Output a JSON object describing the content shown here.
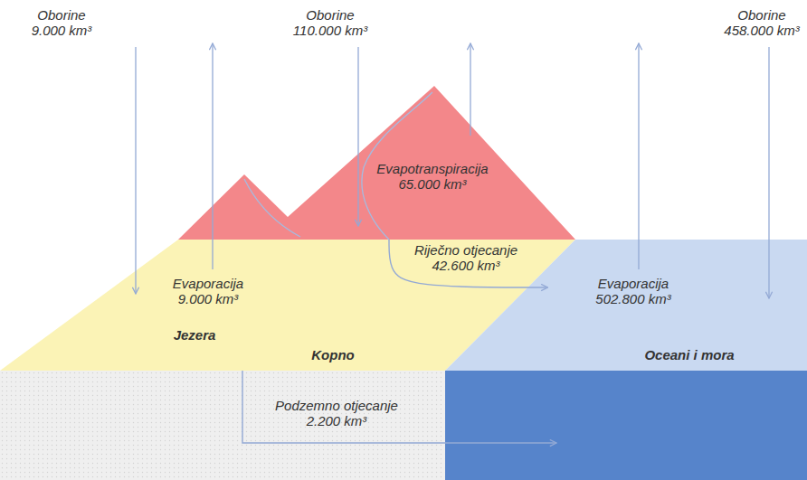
{
  "diagram": {
    "nodes": [
      {
        "text": [
          "Evapotranspiracija 65.000 km³"
        ]
      },
      {
        "text": [
          "Kopno"
        ]
      },
      {
        "text": [
          "Evaporacija 9.000 km³",
          "Jezera"
        ],
        "in": 1
      },
      {
        "text": [
          "Evaporacija 502.800 km³",
          "Oceani i mora"
        ]
      }
    ],
    "edges": [
      {
        "from": 0,
        "to": 3,
        "label": "Riječno otjecanje 42.600 km³",
        "arrow": "to"
      },
      {
        "from": 1,
        "to": 3,
        "label": "Podzemno otjecanje 2.200 km³",
        "arrow": "to"
      }
    ],
    "labels": [
      "Oborine 9.000 km³",
      "Oborine 110.000 km³",
      "Oborine 458.000 km³"
    ]
  }
}
